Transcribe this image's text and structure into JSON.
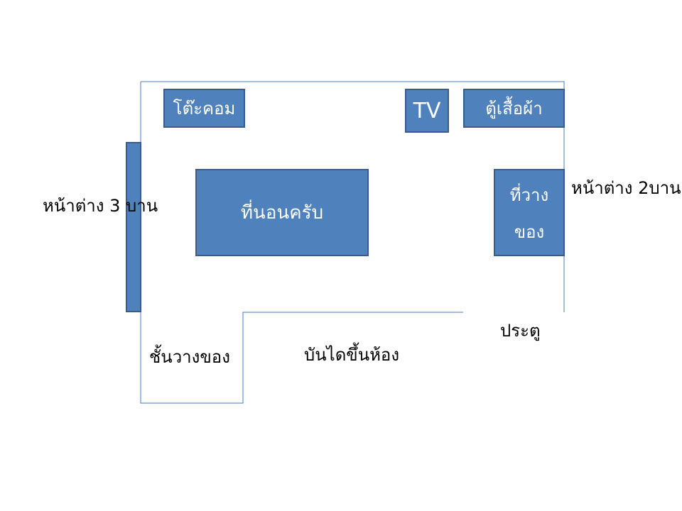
{
  "furniture": {
    "desk": "โต๊ะคอม",
    "tv": "TV",
    "wardrobe": "ตู้เสื้อผ้า",
    "bed": "ที่นอนครับ",
    "storage_line1": "ที่วาง",
    "storage_line2": "ของ"
  },
  "labels": {
    "window_left": "หน้าต่าง 3 บาน",
    "window_right": "หน้าต่าง 2บาน",
    "door": "ประตู",
    "shelves": "ชั้นวางของ",
    "stairs": "บันไดขึ้นห้อง"
  },
  "colors": {
    "box_fill": "#4f81bd",
    "box_border": "#385d8a",
    "wall": "#4a7ebb"
  }
}
